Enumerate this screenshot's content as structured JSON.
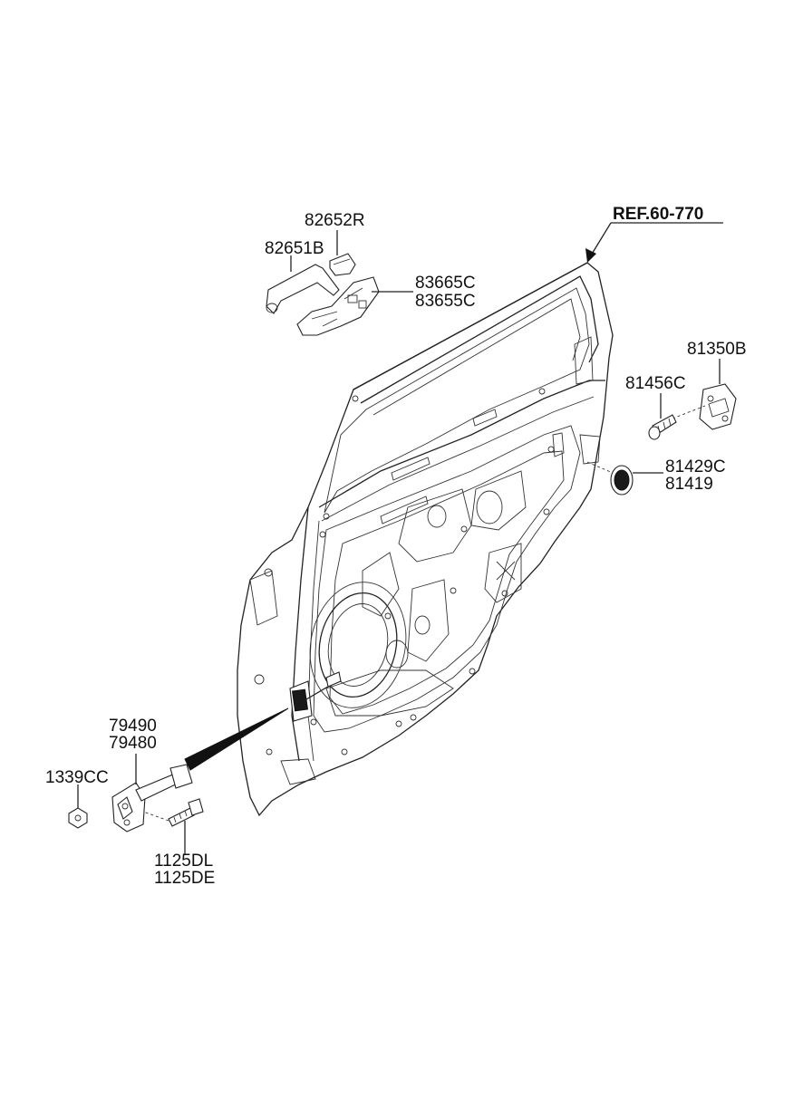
{
  "diagram": {
    "reference": "REF.60-770",
    "callouts": {
      "handle_cover": "82652R",
      "handle": "82651B",
      "handle_bracket_a": "83665C",
      "handle_bracket_b": "83655C",
      "striker": "81350B",
      "striker_screw": "81456C",
      "plug_a": "81429C",
      "plug_b": "81419",
      "checker_a": "79490",
      "checker_b": "79480",
      "nut": "1339CC",
      "bolt_a": "1125DL",
      "bolt_b": "1125DE"
    }
  }
}
